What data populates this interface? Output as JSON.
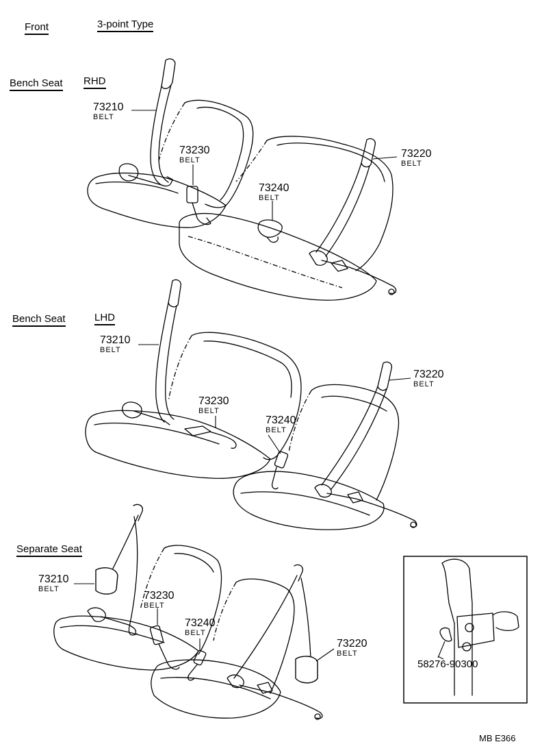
{
  "header": {
    "front": "Front",
    "type": "3-point Type"
  },
  "sections": [
    {
      "title": "Bench Seat",
      "side": "RHD",
      "parts": [
        {
          "num": "73210",
          "name": "BELT"
        },
        {
          "num": "73230",
          "name": "BELT"
        },
        {
          "num": "73240",
          "name": "BELT"
        },
        {
          "num": "73220",
          "name": "BELT"
        }
      ]
    },
    {
      "title": "Bench Seat",
      "side": "LHD",
      "parts": [
        {
          "num": "73210",
          "name": "BELT"
        },
        {
          "num": "73230",
          "name": "BELT"
        },
        {
          "num": "73240",
          "name": "BELT"
        },
        {
          "num": "73220",
          "name": "BELT"
        }
      ]
    },
    {
      "title": "Separate Seat",
      "parts": [
        {
          "num": "73210",
          "name": "BELT"
        },
        {
          "num": "73230",
          "name": "BELT"
        },
        {
          "num": "73240",
          "name": "BELT"
        },
        {
          "num": "73220",
          "name": "BELT"
        }
      ]
    }
  ],
  "inset": {
    "part": "58276-90300"
  },
  "footer": {
    "code": "MB  E366"
  }
}
